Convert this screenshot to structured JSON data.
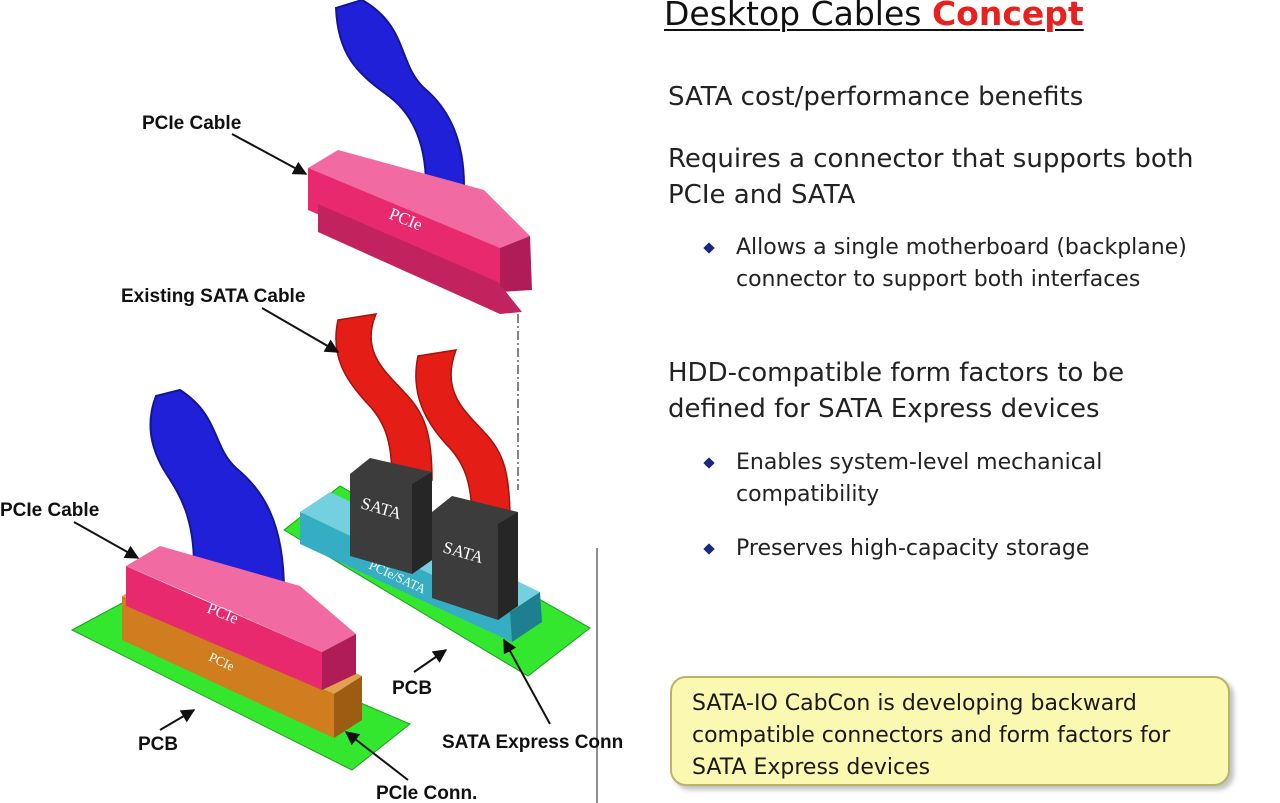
{
  "title": {
    "part1": "Desktop Cables ",
    "part2": "Concept"
  },
  "diagram": {
    "labels": {
      "pcie_cable_top": "PCIe Cable",
      "existing_sata_cable": "Existing SATA Cable",
      "pcie_cable_left": "PCIe Cable",
      "pcb_left": "PCB",
      "pcie_conn": "PCIe Conn.",
      "pcb_right": "PCB",
      "sata_express_conn": "SATA Express Conn"
    },
    "connector_text": {
      "pcie_top": "PCIe",
      "pcie_left_body": "PCIe",
      "pcie_left_conn": "PCIe",
      "sata_1": "SATA",
      "sata_2": "SATA",
      "pcie_sata": "PCIe/SATA"
    },
    "colors": {
      "pcie_cable_blue": "#2020d8",
      "pcie_connector_pink": "#e8296e",
      "sata_cable_red": "#e41e16",
      "sata_connector_dark": "#3c3c3c",
      "sata_express_teal": "#35aec3",
      "pcie_conn_orange": "#cf7d1f",
      "pcb_green": "#33e62e"
    }
  },
  "points": [
    {
      "text": "SATA cost/performance benefits",
      "level": 1
    },
    {
      "text": "Requires a connector that supports both PCIe and SATA",
      "level": 1
    },
    {
      "text": "Allows a single motherboard (backplane) connector to support both interfaces",
      "level": 2
    },
    {
      "text": "HDD-compatible form factors to be defined for SATA Express devices",
      "level": 1
    },
    {
      "text": "Enables system-level mechanical compatibility",
      "level": 2
    },
    {
      "text": "Preserves high-capacity storage",
      "level": 2
    }
  ],
  "callout": {
    "text": "SATA-IO CabCon  is developing backward compatible connectors and form factors for SATA Express devices"
  }
}
